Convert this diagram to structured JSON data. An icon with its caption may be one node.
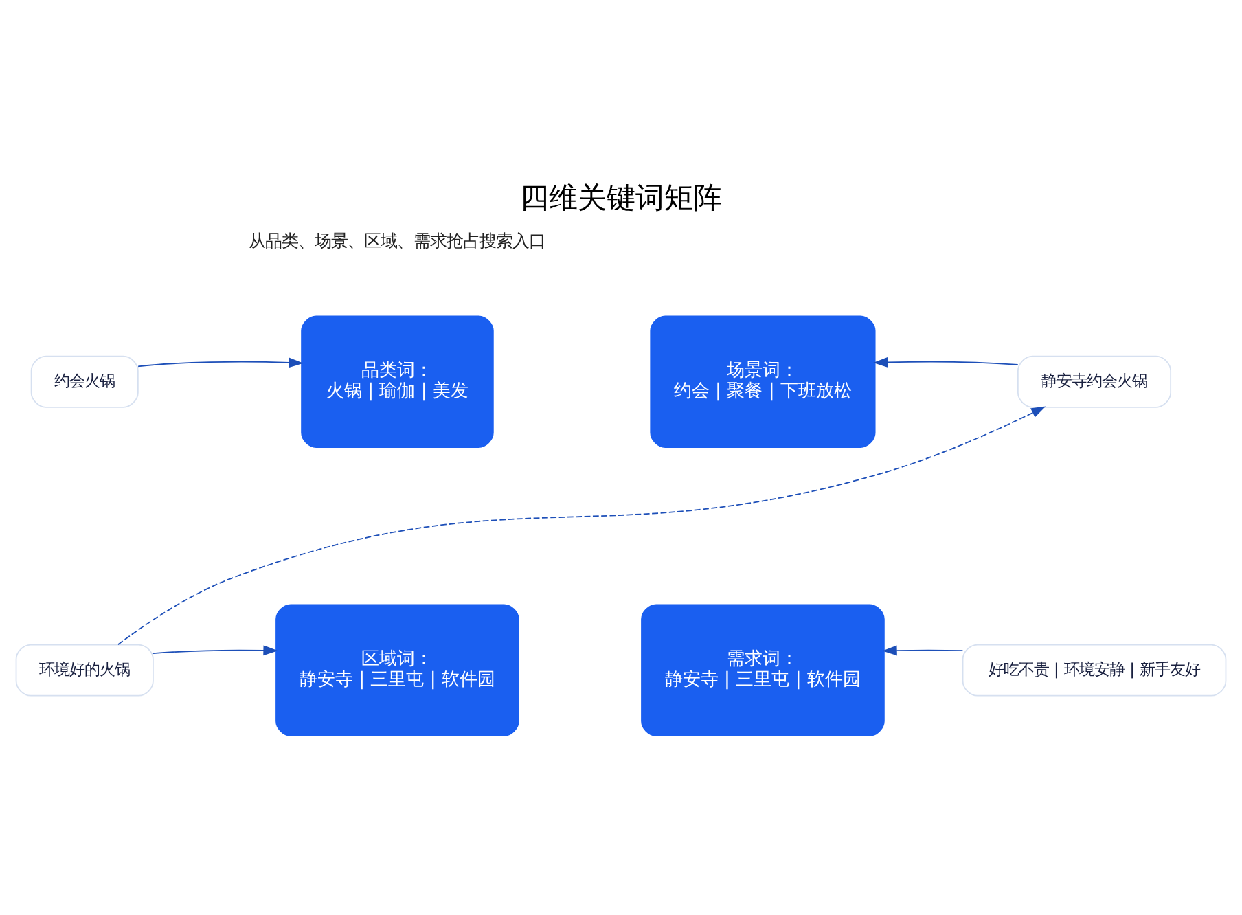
{
  "diagram": {
    "title": "四维关键词矩阵",
    "nodes": [
      {
        "text": [
          "约会火锅"
        ]
      },
      {
        "text": [
          "品类词：",
          "火锅 | 瑜伽 | 美发"
        ]
      },
      {
        "text": [
          "场景词：",
          "约会 | 聚餐 | 下班放松"
        ]
      },
      {
        "text": [
          "静安寺约会火锅"
        ]
      },
      {
        "text": [
          "环境好的火锅"
        ]
      },
      {
        "text": [
          "区域词：",
          "静安寺 | 三里屯 | 软件园"
        ]
      },
      {
        "text": [
          "需求词：",
          "静安寺 | 三里屯 | 软件园"
        ]
      },
      {
        "text": [
          "好吃不贵 | 环境安静 | 新手友好"
        ]
      }
    ],
    "edges": [
      {
        "from": 0,
        "to": 1,
        "arrow": "to"
      },
      {
        "from": 3,
        "to": 2,
        "arrow": "to"
      },
      {
        "from": 4,
        "to": 3,
        "arrow": "to",
        "style": "dashed"
      },
      {
        "from": 4,
        "to": 5,
        "arrow": "to"
      },
      {
        "from": 7,
        "to": 6,
        "arrow": "to"
      }
    ],
    "labels": [
      "从品类、场景、区域、需求抢占搜索入口"
    ]
  }
}
